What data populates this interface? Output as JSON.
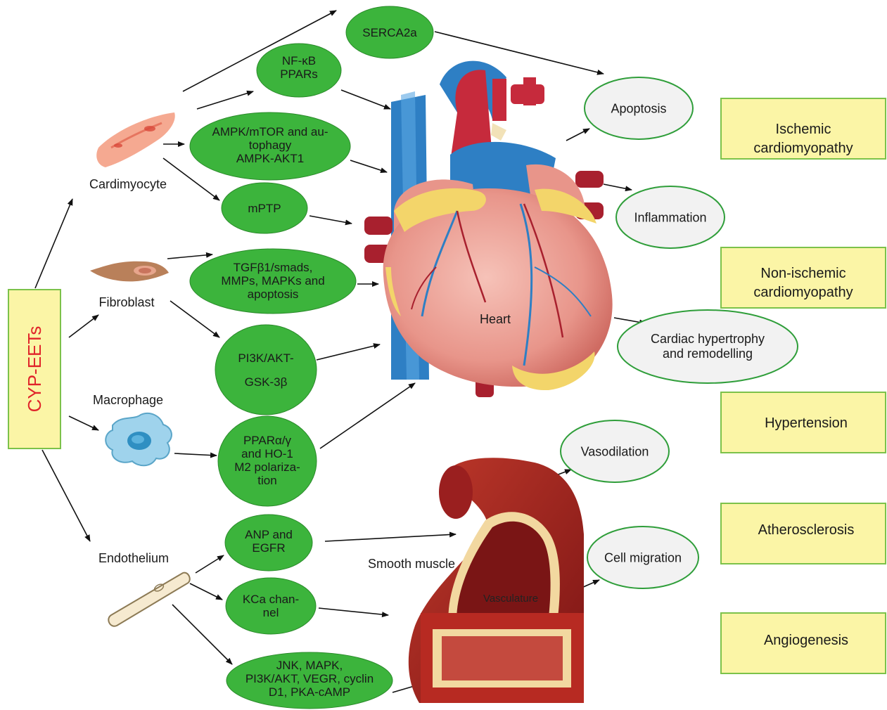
{
  "root": {
    "label": "CYP-EETs"
  },
  "cells": {
    "cardiomyocyte": "Cardimyocyte",
    "fibroblast": "Fibroblast",
    "macrophage": "Macrophage",
    "endothelium": "Endothelium"
  },
  "pathways": {
    "serca": [
      "SERCA2a"
    ],
    "nfkb": [
      "NF-κB",
      "PPARs"
    ],
    "ampk": [
      "AMPK/mTOR and au-",
      "tophagy",
      "AMPK-AKT1"
    ],
    "mptp": [
      "mPTP"
    ],
    "tgfb": [
      "TGFβ1/smads,",
      "MMPs, MAPKs and",
      "apoptosis"
    ],
    "pi3k": [
      "PI3K/AKT-",
      "GSK-3β"
    ],
    "ppar": [
      "PPARα/γ",
      "and HO-1",
      "M2 polariza-",
      "tion"
    ],
    "anp": [
      "ANP and",
      "EGFR"
    ],
    "kca": [
      "KCa chan-",
      "nel"
    ],
    "jnk": [
      "JNK, MAPK,",
      "PI3K/AKT, VEGR, cyclin",
      "D1, PKA-cAMP"
    ]
  },
  "organs": {
    "heart": "Heart",
    "vasculature": "Vasculature",
    "smooth_muscle": "Smooth muscle"
  },
  "outcomes": {
    "apoptosis": [
      "Apoptosis"
    ],
    "inflammation": [
      "Inflammation"
    ],
    "hypertrophy": [
      "Cardiac hypertrophy",
      "and remodelling"
    ],
    "vasodilation": [
      "Vasodilation"
    ],
    "migration": [
      "Cell migration"
    ]
  },
  "diseases": {
    "ischemic": [
      "Ischemic",
      "cardiomyopathy"
    ],
    "nonischemic": [
      "Non-ischemic",
      "cardiomyopathy"
    ],
    "hypertension": [
      "Hypertension"
    ],
    "atherosclerosis": [
      "Atherosclerosis"
    ],
    "angiogenesis": [
      "Angiogenesis"
    ]
  },
  "colors": {
    "pathway_fill": "#3cb43c",
    "outcome_border": "#2f9e3a",
    "disease_fill": "#fbf5a6",
    "root_text": "#e0242a"
  }
}
